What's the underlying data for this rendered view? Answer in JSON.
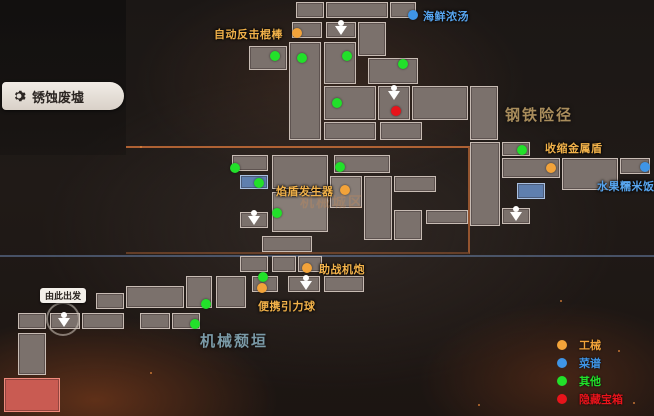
{
  "area_name": "锈蚀废墟",
  "colors": {
    "tool": "#f2a33a",
    "recipe": "#3f95e6",
    "other": "#22e02a",
    "hidden": "#e8141b"
  },
  "region_labels": {
    "steel_path": "钢铁险径",
    "mech_wall": "机械颓垣",
    "center_faded": "机械城区"
  },
  "start_label": "由此出发",
  "markers": [
    {
      "label": "海鲜浓汤",
      "kind": "recipe"
    },
    {
      "label": "自动反击棍棒",
      "kind": "tool"
    },
    {
      "label": "收缩金属盾",
      "kind": "tool"
    },
    {
      "label": "水果糯米饭",
      "kind": "recipe"
    },
    {
      "label": "焰盾发生器",
      "kind": "tool"
    },
    {
      "label": "助战机炮",
      "kind": "tool"
    },
    {
      "label": "便携引力球",
      "kind": "tool"
    }
  ],
  "legend": [
    {
      "label": "工械",
      "kind": "tool"
    },
    {
      "label": "菜谱",
      "kind": "recipe"
    },
    {
      "label": "其他",
      "kind": "other"
    },
    {
      "label": "隐藏宝箱",
      "kind": "hidden"
    }
  ]
}
